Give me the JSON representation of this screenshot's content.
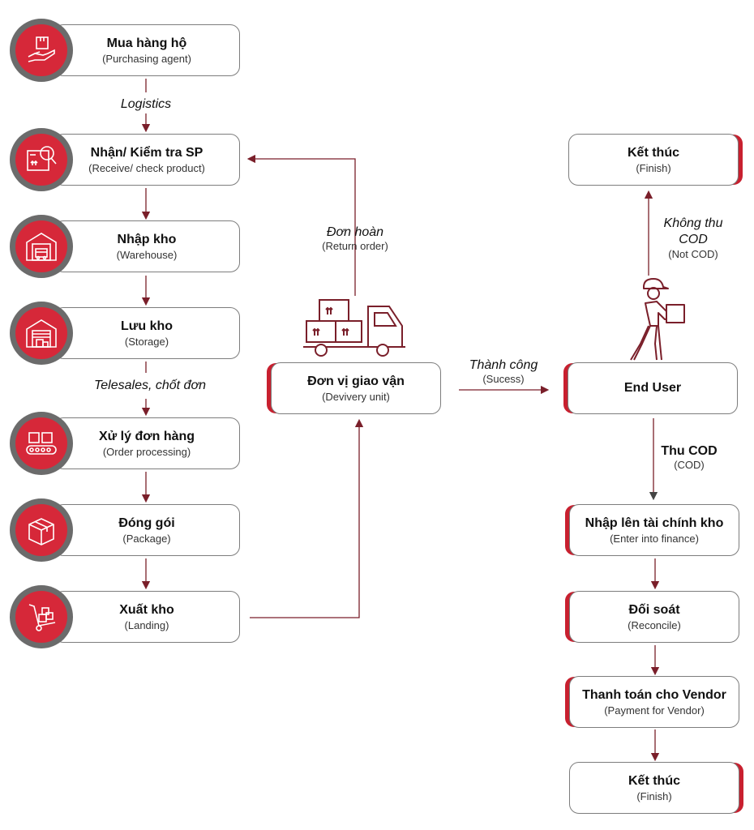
{
  "left": [
    {
      "title": "Mua hàng hộ",
      "sub": "(Purchasing agent)",
      "icon": "purchasing-hand-box-icon"
    },
    {
      "title": "Nhận/ Kiểm tra SP",
      "sub": "(Receive/ check product)",
      "icon": "inspect-magnifier-icon"
    },
    {
      "title": "Nhập kho",
      "sub": "(Warehouse)",
      "icon": "warehouse-truck-icon"
    },
    {
      "title": "Lưu kho",
      "sub": "(Storage)",
      "icon": "storage-warehouse-icon"
    },
    {
      "title": "Xử lý đơn hàng",
      "sub": "(Order processing)",
      "icon": "conveyor-boxes-icon"
    },
    {
      "title": "Đóng gói",
      "sub": "(Package)",
      "icon": "package-box-icon"
    },
    {
      "title": "Xuất kho",
      "sub": "(Landing)",
      "icon": "hand-truck-icon"
    }
  ],
  "left_labels": {
    "logistics": "Logistics",
    "telesales": "Telesales, chốt đơn"
  },
  "center": {
    "title": "Đơn vị giao vận",
    "sub": "(Devivery unit)",
    "return_title": "Đơn hoàn",
    "return_sub": "(Return order)",
    "success_title": "Thành công",
    "success_sub": "(Sucess)",
    "icon": "delivery-truck-icon"
  },
  "right": {
    "finish_top": {
      "title": "Kết thúc",
      "sub": "(Finish)"
    },
    "not_cod_title": "Không thu COD",
    "not_cod_sub": "(Not COD)",
    "end_user": "End User",
    "courier_icon": "courier-person-icon",
    "cod_title": "Thu COD",
    "cod_sub": "(COD)",
    "steps": [
      {
        "title": "Nhập lên tài chính kho",
        "sub": "(Enter into finance)"
      },
      {
        "title": "Đối soát",
        "sub": "(Reconcile)"
      },
      {
        "title": "Thanh toán cho Vendor",
        "sub": "(Payment for Vendor)"
      },
      {
        "title": "Kết thúc",
        "sub": "(Finish)"
      }
    ]
  },
  "colors": {
    "accent": "#d62839",
    "dark_gray": "#6b6b6b",
    "arrow": "#7a1f2a"
  }
}
